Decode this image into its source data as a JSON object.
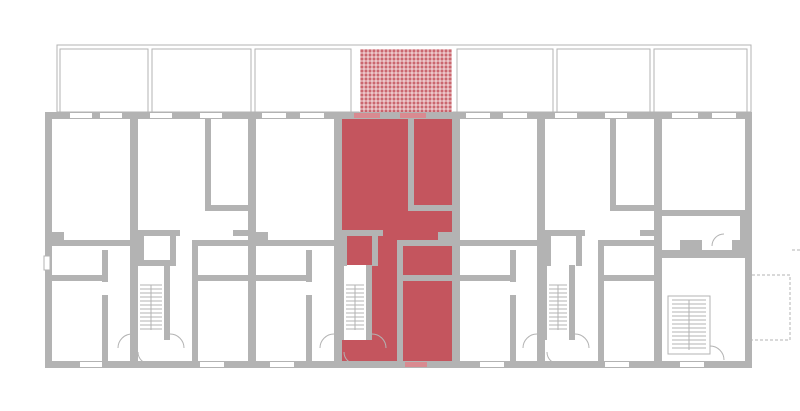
{
  "colors": {
    "wall": "#b3b3b3",
    "highlight": "#c4555e",
    "background": "#ffffff",
    "balcony_line": "#b3b3b3"
  },
  "plan": {
    "highlighted_unit": "unit-4",
    "units": [
      "unit-1",
      "unit-2",
      "unit-3",
      "unit-4",
      "unit-5",
      "unit-6",
      "unit-7"
    ],
    "stairwells": 4
  }
}
